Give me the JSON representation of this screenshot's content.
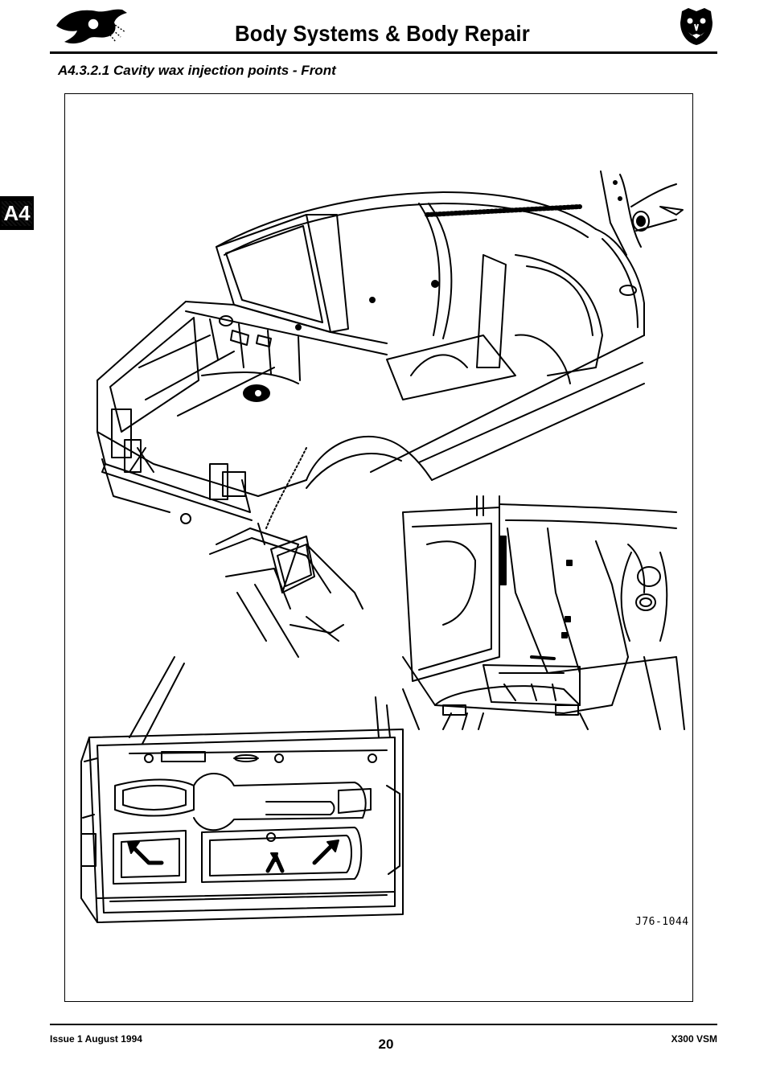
{
  "header": {
    "title": "Body Systems & Body Repair",
    "left_logo": "leaping-jaguar-icon",
    "right_logo": "jaguar-growler-icon"
  },
  "side_tab": {
    "label": "A4"
  },
  "section": {
    "title": "A4.3.2.1 Cavity wax injection points - Front"
  },
  "figure": {
    "reference": "J76-1044",
    "views": [
      "body-shell-overview",
      "a-pillar-detail",
      "floor-pan-detail",
      "front-door-detail"
    ]
  },
  "footer": {
    "issue": "Issue 1 August 1994",
    "page_number": "20",
    "manual": "X300 VSM"
  }
}
